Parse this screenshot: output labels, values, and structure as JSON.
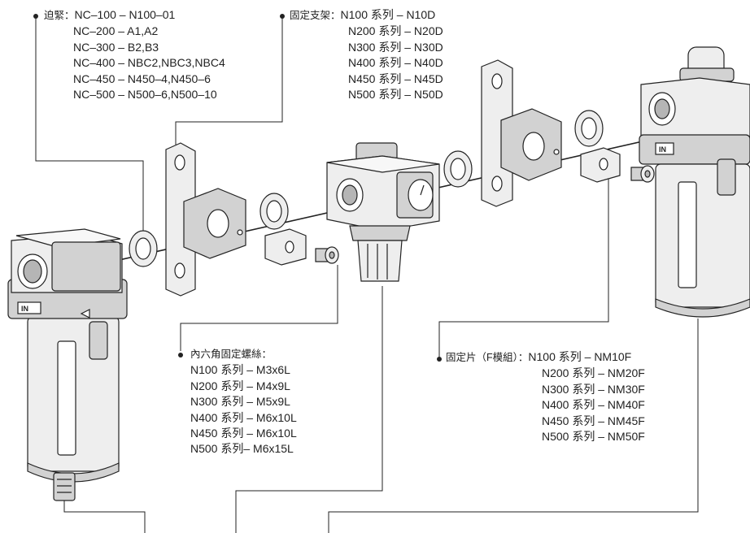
{
  "coupling": {
    "title": "迫緊：",
    "items": [
      "NC–100 – N100–01",
      "NC–200 – A1,A2",
      "NC–300 – B2,B3",
      "NC–400 – NBC2,NBC3,NBC4",
      "NC–450 – N450–4,N450–6",
      "NC–500 – N500–6,N500–10"
    ]
  },
  "bracket": {
    "title": "固定支架：",
    "items": [
      "N100 系列 – N10D",
      "N200 系列 – N20D",
      "N300 系列 – N30D",
      "N400 系列 – N40D",
      "N450 系列 – N45D",
      "N500 系列 – N50D"
    ]
  },
  "screw": {
    "title": "內六角固定螺絲：",
    "items": [
      "N100 系列 – M3x6L",
      "N200 系列 – M4x9L",
      "N300 系列 – M5x9L",
      "N400 系列 – M6x10L",
      "N450 系列 – M6x10L",
      "N500 系列– M6x15L"
    ]
  },
  "plate": {
    "title": "固定片（F模組）：",
    "items": [
      "N100 系列 – NM10F",
      "N200 系列 – NM20F",
      "N300 系列 – NM30F",
      "N400 系列 – NM40F",
      "N450 系列 – NM45F",
      "N500 系列 – NM50F"
    ]
  },
  "marks": {
    "inlet": "IN"
  },
  "colors": {
    "line": "#222222",
    "body": "#eeeeee",
    "shade": "#d2d2d2",
    "dark": "#b5b5b5"
  }
}
